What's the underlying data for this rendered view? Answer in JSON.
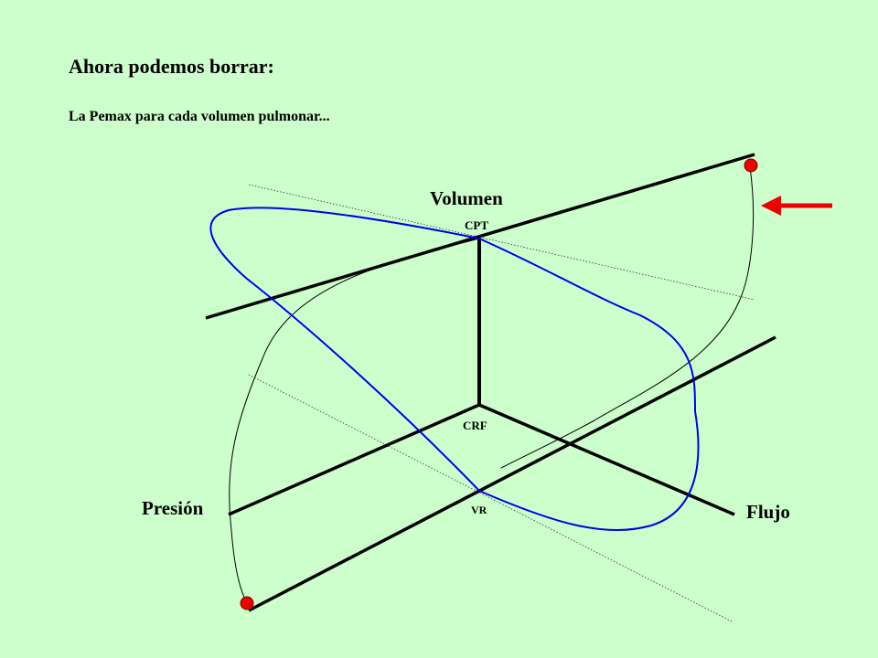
{
  "slide": {
    "title": "Ahora podemos borrar:",
    "subtitle": "La Pemax para cada volumen  pulmonar..."
  },
  "diagram": {
    "axes": {
      "volume": "Volumen",
      "pressure": "Presión",
      "flow": "Flujo"
    },
    "points": {
      "tlc": "CPT",
      "frc": "CRF",
      "rv": "VR"
    },
    "colors": {
      "background": "#ccffcc",
      "axis": "#000000",
      "flow_volume_loop": "#0000ee",
      "pressure_curve": "#000000",
      "markers": "#ee0000",
      "arrow": "#ee0000"
    },
    "icons": {
      "indicator": "left-arrow-icon"
    }
  }
}
